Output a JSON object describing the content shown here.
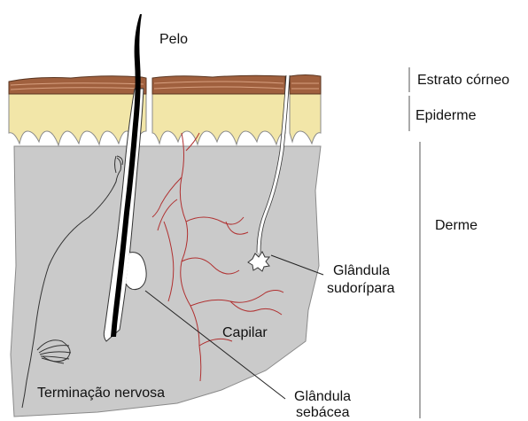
{
  "labels": {
    "pelo": "Pelo",
    "estrato_corneo": "Estrato córneo",
    "epiderme": "Epiderme",
    "derme": "Derme",
    "glandula_sudoripara_1": "Glândula",
    "glandula_sudoripara_2": "sudorípara",
    "capilar": "Capilar",
    "terminacao_nervosa": "Terminação nervosa",
    "glandula_sebacea_1": "Glândula",
    "glandula_sebacea_2": "sebácea"
  },
  "colors": {
    "stratum_corneum": "#a0603e",
    "epidermis": "#f2e6a8",
    "dermis": "#cacaca",
    "capillary": "#b03030",
    "hair": "#000000",
    "outline": "#333333"
  }
}
